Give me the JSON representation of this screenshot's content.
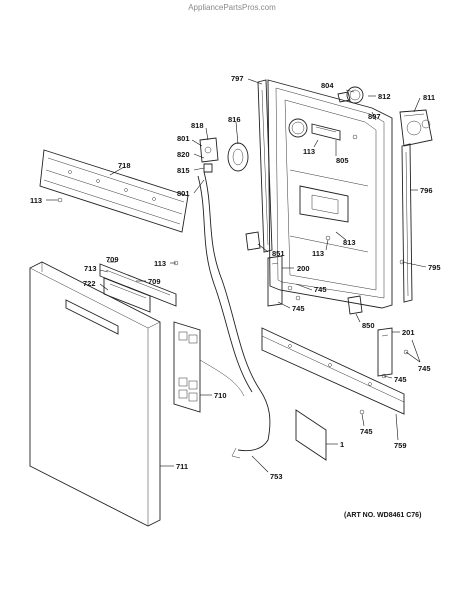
{
  "watermark": "AppliancePartsPros.com",
  "art_number": "(ART NO. WD8461 C76)",
  "callouts": {
    "c797": "797",
    "c804": "804",
    "c812": "812",
    "c811": "811",
    "c807": "807",
    "c816": "816",
    "c818": "818",
    "c801a": "801",
    "c820": "820",
    "c815": "815",
    "c801b": "801",
    "c113a": "113",
    "c805": "805",
    "c718": "718",
    "c113b": "113",
    "c796": "796",
    "c813": "813",
    "c113c": "113",
    "c851": "851",
    "c795": "795",
    "c709a": "709",
    "c713": "713",
    "c113d": "113",
    "c709b": "709",
    "c722": "722",
    "c200": "200",
    "c745a": "745",
    "c745b": "745",
    "c850": "850",
    "c201": "201",
    "c745c": "745",
    "c745d": "745",
    "c710": "710",
    "c745e": "745",
    "c1": "1",
    "c759": "759",
    "c711": "711",
    "c753": "753"
  }
}
